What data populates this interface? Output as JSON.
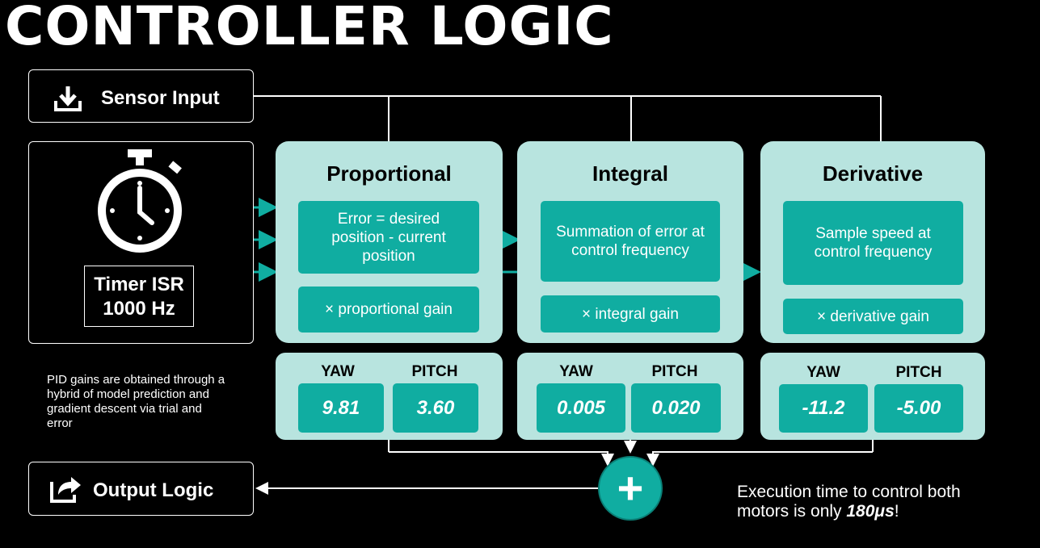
{
  "title": "CONTROLLER LOGIC",
  "sensor_input": {
    "label": "Sensor Input",
    "icon": "download-icon"
  },
  "timer": {
    "icon": "stopwatch-icon",
    "line1": "Timer ISR",
    "line2": "1000 Hz"
  },
  "output_logic": {
    "label": "Output Logic",
    "icon": "share-icon"
  },
  "sum_symbol": "+",
  "colors": {
    "card": "#b8e4df",
    "teal": "#10ada1",
    "background": "#000000"
  },
  "stages": [
    {
      "title": "Proportional",
      "description": "Error = desired position - current position",
      "gain": "× proportional gain",
      "yaw_label": "YAW",
      "pitch_label": "PITCH",
      "yaw": "9.81",
      "pitch": "3.60"
    },
    {
      "title": "Integral",
      "description": "Summation of error at control frequency",
      "gain": "× integral gain",
      "yaw_label": "YAW",
      "pitch_label": "PITCH",
      "yaw": "0.005",
      "pitch": "0.020"
    },
    {
      "title": "Derivative",
      "description": "Sample speed at control frequency",
      "gain": "× derivative gain",
      "yaw_label": "YAW",
      "pitch_label": "PITCH",
      "yaw": "-11.2",
      "pitch": "-5.00"
    }
  ],
  "note": "PID gains are obtained through a hybrid of model prediction and gradient descent via trial and error",
  "execution": {
    "prefix": "Execution time to control both motors is only ",
    "value": "180μs",
    "suffix": "!"
  }
}
